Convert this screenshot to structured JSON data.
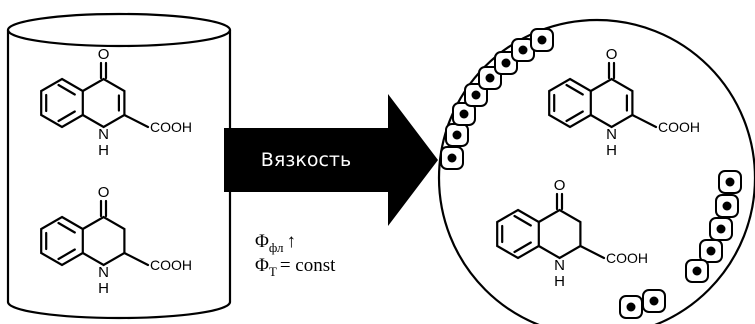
{
  "arrow": {
    "label": "Вязкость"
  },
  "formulas": {
    "phi_symbol": "Φ",
    "fl_sub": "фл",
    "fl_arrow": "↑",
    "t_sub": "T",
    "t_rel": "= const"
  },
  "molecule_top": {
    "oxygen": "O",
    "nitrogen": "N",
    "hydrogen": "H",
    "acid": "COOH"
  },
  "molecule_bottom": {
    "oxygen": "O",
    "nitrogen": "N",
    "hydrogen": "H",
    "acid": "COOH"
  },
  "colors": {
    "ink": "#000000",
    "background": "#ffffff",
    "arrow_fill": "#000000"
  }
}
